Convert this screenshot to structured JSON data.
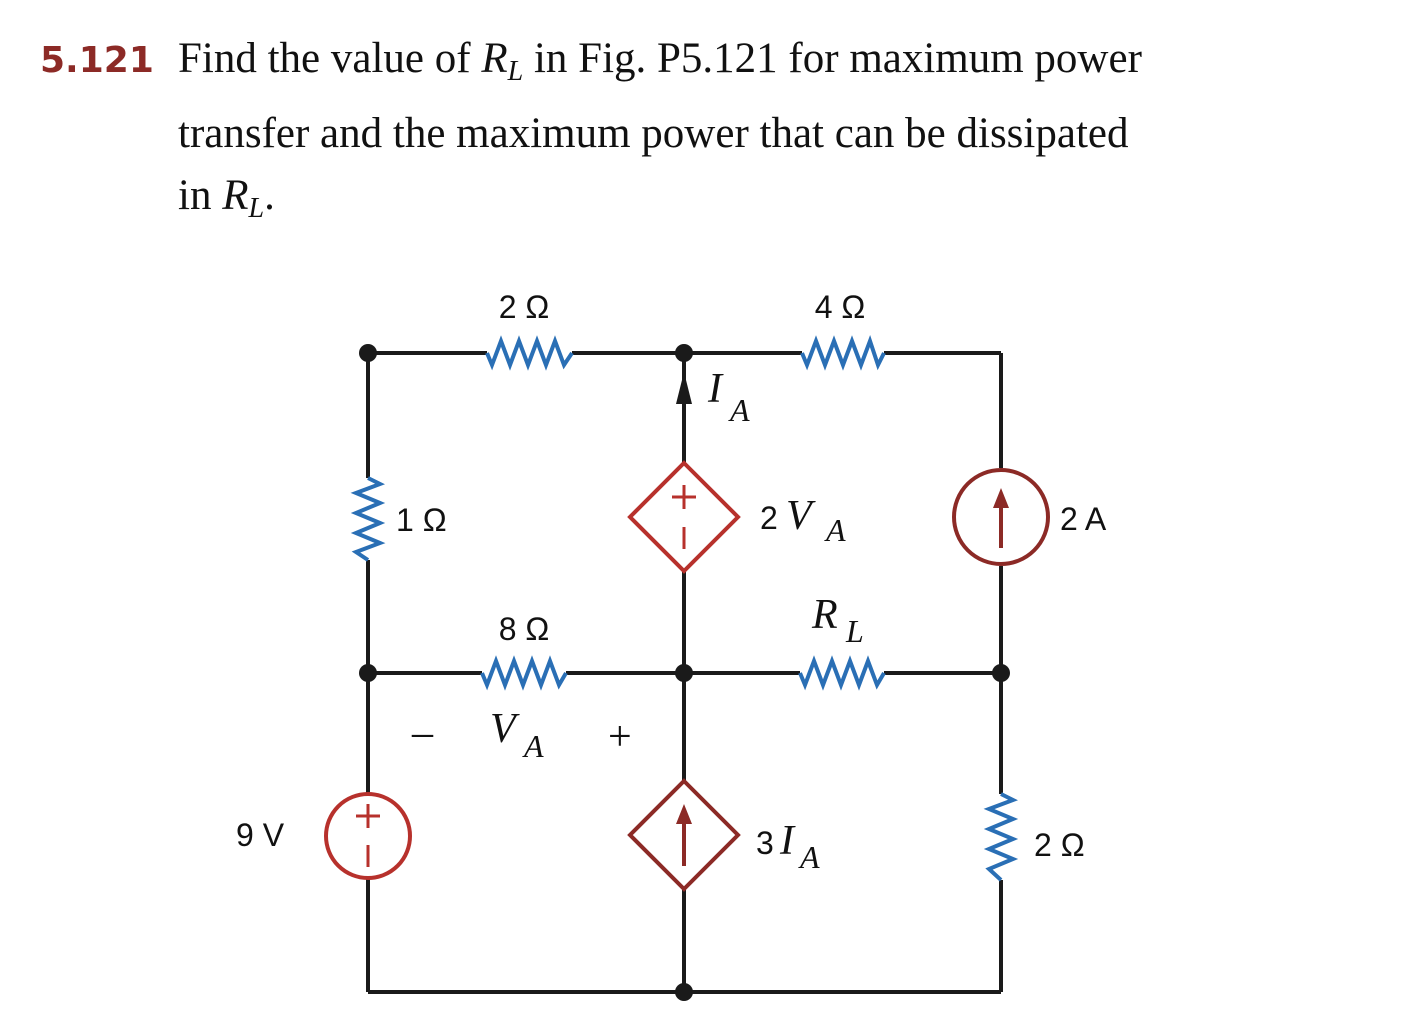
{
  "problem": {
    "number": "5.121",
    "line1_a": "Find the value of ",
    "line1_b": " in Fig. P5.121 for maximum power",
    "line2": "transfer and the maximum power that can be dissipated",
    "line3_a": "in ",
    "line3_b": ".",
    "rl_main": "R",
    "rl_sub": "L"
  },
  "circuit": {
    "r_top_left": "2 Ω",
    "r_top_right": "4 Ω",
    "r_left": "1 Ω",
    "r_mid_left": "8 Ω",
    "r_bottom_right": "2 Ω",
    "ia_main": "I",
    "ia_sub": "A",
    "dep_voltage_coef": "2",
    "dep_voltage_var": "V",
    "dep_voltage_sub": "A",
    "rl_main": "R",
    "rl_sub": "L",
    "va_minus": "–",
    "va_main": "V",
    "va_sub": "A",
    "va_plus": "+",
    "source_voltage": "9 V",
    "source_current": "2 A",
    "dep_current_coef": "3",
    "dep_current_var": "I",
    "dep_current_sub": "A",
    "colors": {
      "wire": "#1a1a1a",
      "resistor": "#2a6fb5",
      "source": "#b7312c",
      "number": "#8c2a26"
    }
  }
}
